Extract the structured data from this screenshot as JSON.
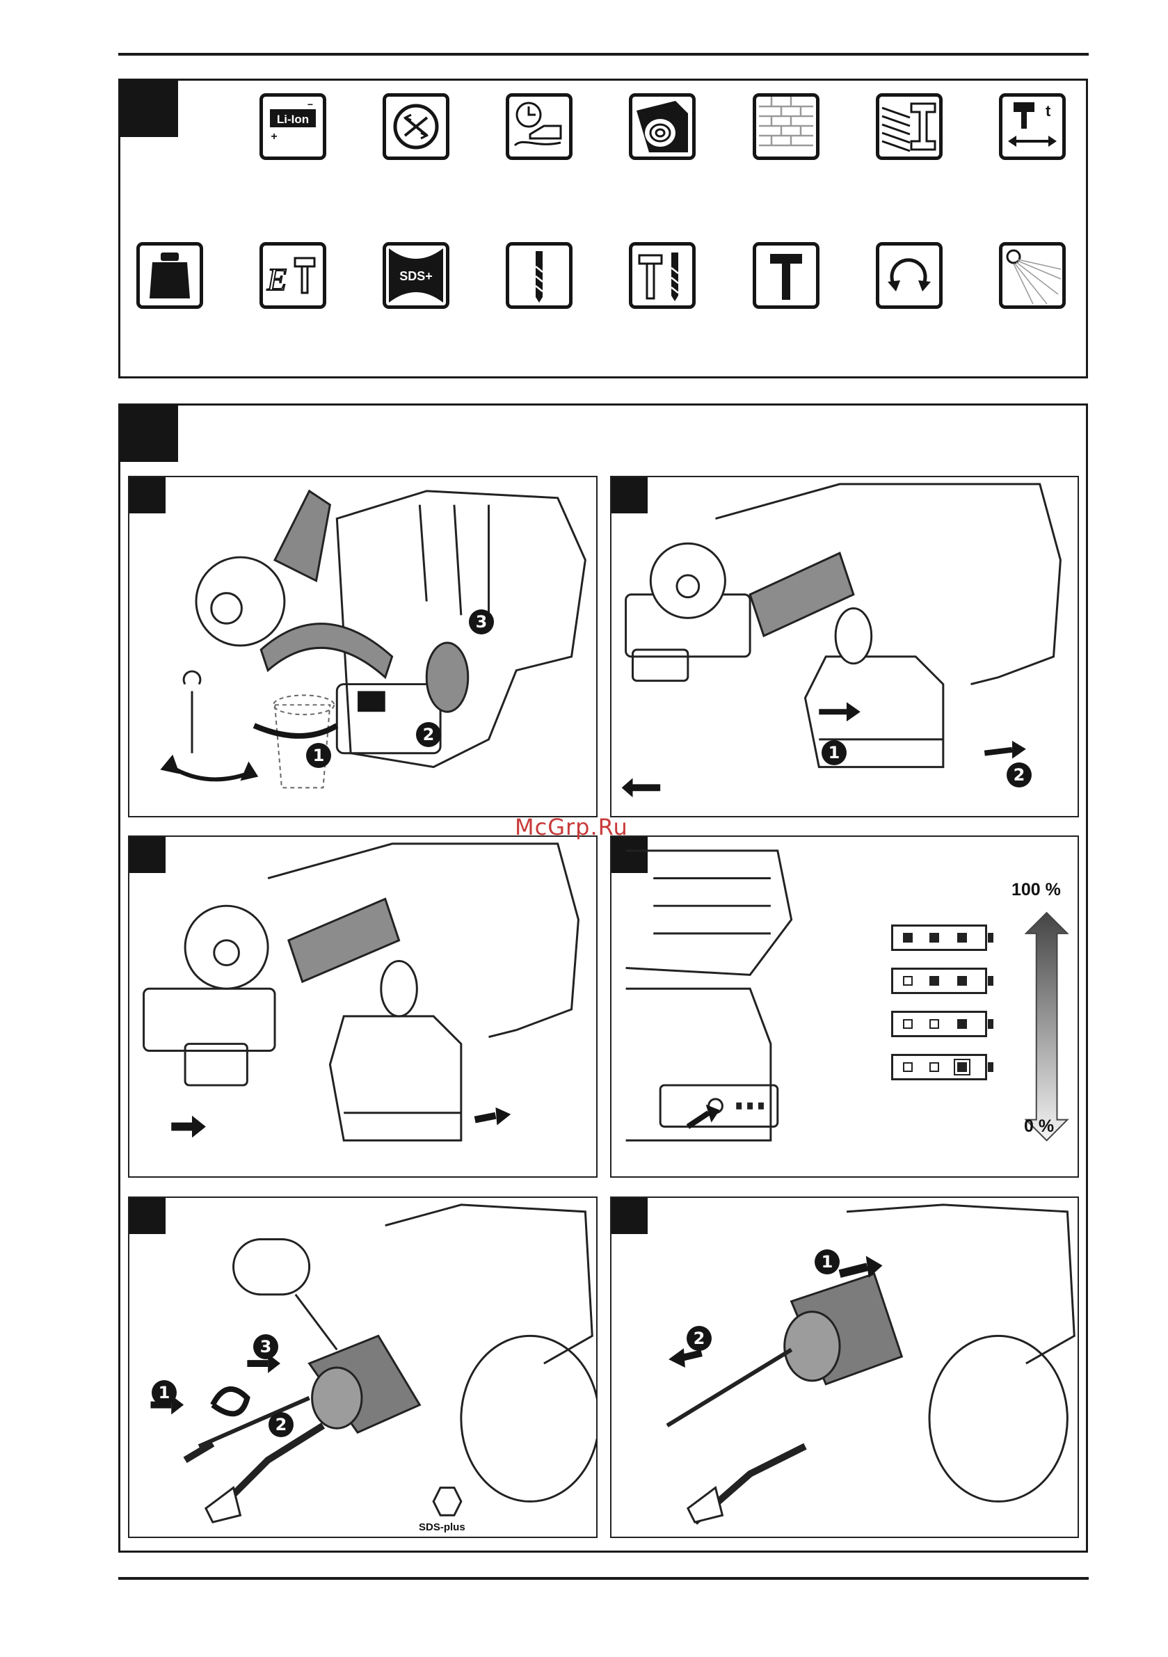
{
  "figure1": {
    "icons_row1": [
      "battery-li-ion-icon",
      "brushless-motor-icon",
      "charging-time-icon",
      "wood-icon",
      "masonry-icon",
      "steel-icon",
      "impact-energy-icon"
    ],
    "icons_row2": [
      "weight-icon",
      "single-impact-energy-icon",
      "sds-plus-icon",
      "drilling-mode-icon",
      "hammer-drilling-mode-icon",
      "chiseling-mode-icon",
      "rotation-direction-icon",
      "work-light-icon"
    ],
    "liion_label": "Li-Ion",
    "plus_sign": "+",
    "minus_sign": "−",
    "sds_label": "SDS+",
    "et_label": "E",
    "impact_t": "t"
  },
  "figure2": {
    "panel_a": {
      "steps": [
        "1",
        "2",
        "3"
      ]
    },
    "panel_b": {
      "steps": [
        "1",
        "2"
      ]
    },
    "panel_d": {
      "top_label": "100 %",
      "bottom_label": "0 %",
      "battery_levels": [
        3,
        2,
        1,
        0
      ]
    },
    "panel_e": {
      "steps": [
        "1",
        "3",
        "2"
      ],
      "shank_label": "SDS-plus"
    },
    "panel_f": {
      "steps": [
        "1",
        "2"
      ]
    }
  },
  "watermark": "McGrp.Ru",
  "colors": {
    "ink": "#151515",
    "watermark": "#c83a3a",
    "gray": "#8c8c8c"
  }
}
